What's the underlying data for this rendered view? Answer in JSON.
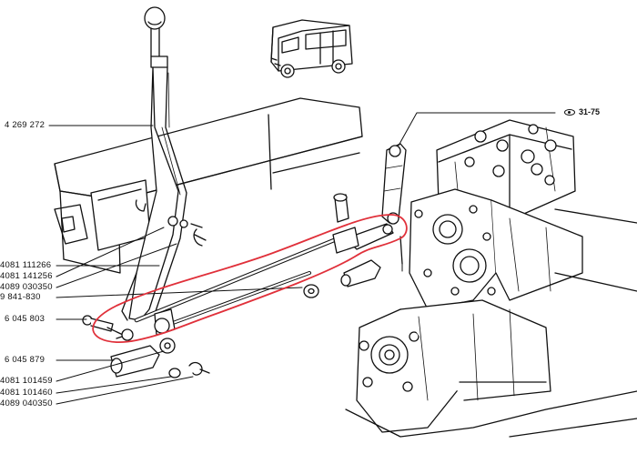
{
  "diagram": {
    "reference": "31-75",
    "reference_icon": "eye-icon",
    "highlight_color": "#e0303a",
    "line_color": "#111111",
    "part_numbers": [
      {
        "id": "p1",
        "text": "4 269 272"
      },
      {
        "id": "p2",
        "text": "4081 111266"
      },
      {
        "id": "p3",
        "text": "4081 141256"
      },
      {
        "id": "p4",
        "text": "4089 030350"
      },
      {
        "id": "p5",
        "text": "9 841-830"
      },
      {
        "id": "p6",
        "text": "6 045 803"
      },
      {
        "id": "p7",
        "text": "6 045 879"
      },
      {
        "id": "p8",
        "text": "4081 101459"
      },
      {
        "id": "p9",
        "text": "4081 101460"
      },
      {
        "id": "p10",
        "text": "4089 040350"
      }
    ]
  }
}
